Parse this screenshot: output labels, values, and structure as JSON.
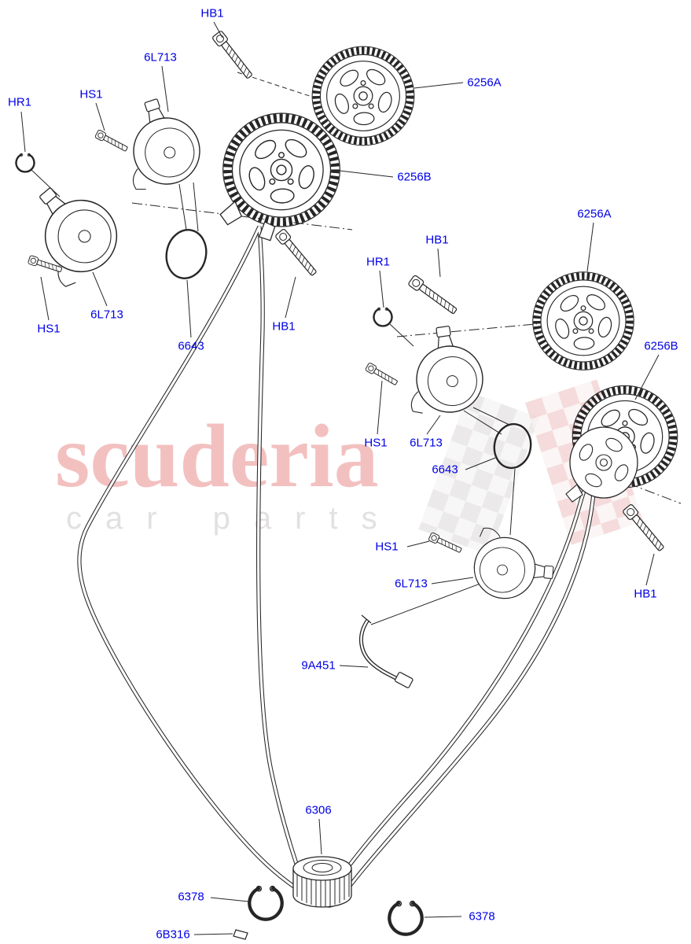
{
  "page": {
    "background": "#ffffff",
    "line_color": "#262626"
  },
  "watermark": {
    "title": "scuderia",
    "subtitle": "car parts",
    "title_color": "#f3c0c0",
    "subtitle_color": "#e3e0e0"
  },
  "label_color": "#0000e6",
  "labels": [
    {
      "id": "hb1-top",
      "text": "HB1"
    },
    {
      "id": "6l713-top",
      "text": "6L713"
    },
    {
      "id": "hr1-left",
      "text": "HR1"
    },
    {
      "id": "hs1-top",
      "text": "HS1"
    },
    {
      "id": "6256a-left",
      "text": "6256A"
    },
    {
      "id": "6256b-left",
      "text": "6256B"
    },
    {
      "id": "hs1-left",
      "text": "HS1"
    },
    {
      "id": "6l713-left",
      "text": "6L713"
    },
    {
      "id": "6643-left",
      "text": "6643"
    },
    {
      "id": "hb1-midleft",
      "text": "HB1"
    },
    {
      "id": "hr1-right",
      "text": "HR1"
    },
    {
      "id": "hb1-right",
      "text": "HB1"
    },
    {
      "id": "6256a-right",
      "text": "6256A"
    },
    {
      "id": "6256b-right",
      "text": "6256B"
    },
    {
      "id": "hs1-mid",
      "text": "HS1"
    },
    {
      "id": "6l713-mid",
      "text": "6L713"
    },
    {
      "id": "6643-right",
      "text": "6643"
    },
    {
      "id": "hs1-lower",
      "text": "HS1"
    },
    {
      "id": "6l713-lower",
      "text": "6L713"
    },
    {
      "id": "hb1-lower",
      "text": "HB1"
    },
    {
      "id": "9a451",
      "text": "9A451"
    },
    {
      "id": "6306",
      "text": "6306"
    },
    {
      "id": "6378-left",
      "text": "6378"
    },
    {
      "id": "6378-right",
      "text": "6378"
    },
    {
      "id": "6b316",
      "text": "6B316"
    }
  ]
}
